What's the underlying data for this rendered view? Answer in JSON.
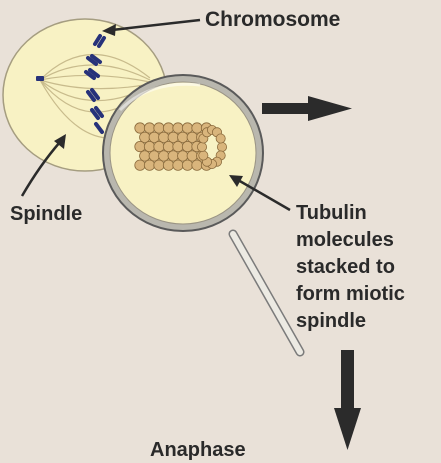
{
  "labels": {
    "chromosome": "Chromosome",
    "spindle": "Spindle",
    "tubulin_lines": [
      "Tubulin",
      "molecules",
      "stacked to",
      "form miotic",
      "spindle"
    ],
    "anaphase": "Anaphase"
  },
  "colors": {
    "background": "#e9e1d8",
    "cell_fill": "#f8f2c4",
    "chromosome": "#27327a",
    "spindle_fiber": "#c8bb8c",
    "tubulin_bead": "#d9b57c",
    "arrow": "#2b2b2b"
  },
  "icons": {
    "magnifier": "magnifying-glass-icon",
    "right_arrow": "arrow-right-icon",
    "down_arrow": "arrow-down-icon"
  }
}
